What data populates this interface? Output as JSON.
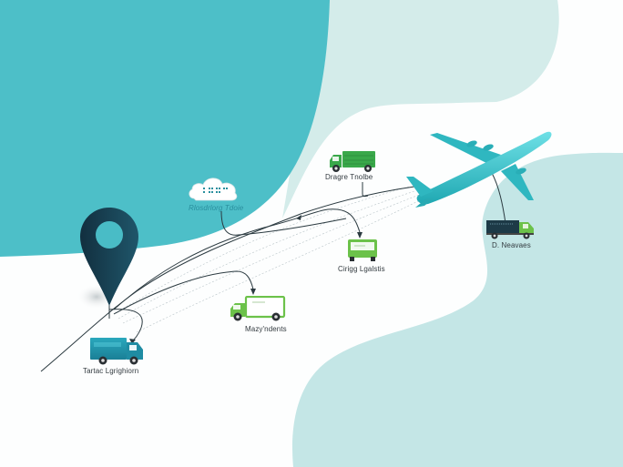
{
  "colors": {
    "teal_blob": "#4dbfc8",
    "light_mint_blob": "#d4ecea",
    "bottom_mint_blob": "#c4e6e6",
    "pin": "#173f52",
    "pin_hole": "#49bcc6",
    "plane": "#35c0c8",
    "green_truck": "#3aa84a",
    "lime_truck": "#6cc24a",
    "blue_truck": "#1f8ca3",
    "dark_truck": "#1d3a47",
    "route_line": "#2b3a40"
  },
  "nodes": {
    "location_pin": {
      "icon": "map-pin-icon"
    },
    "cloud": {
      "icon": "cloud-icon",
      "label": "Rlosdrlorg Tdoie"
    },
    "truck_top": {
      "icon": "truck-icon",
      "label": "Dragre Tnolbe"
    },
    "plane": {
      "icon": "airplane-icon"
    },
    "truck_right": {
      "icon": "truck-icon",
      "label": "D. Neavaes"
    },
    "truck_middle": {
      "icon": "truck-icon",
      "label": "Cirigg Lgalstis"
    },
    "truck_lower": {
      "icon": "truck-icon",
      "label": "Mazy'ndents"
    },
    "truck_bottom_left": {
      "icon": "truck-icon",
      "label": "Tartac Lgrighiorn"
    }
  }
}
